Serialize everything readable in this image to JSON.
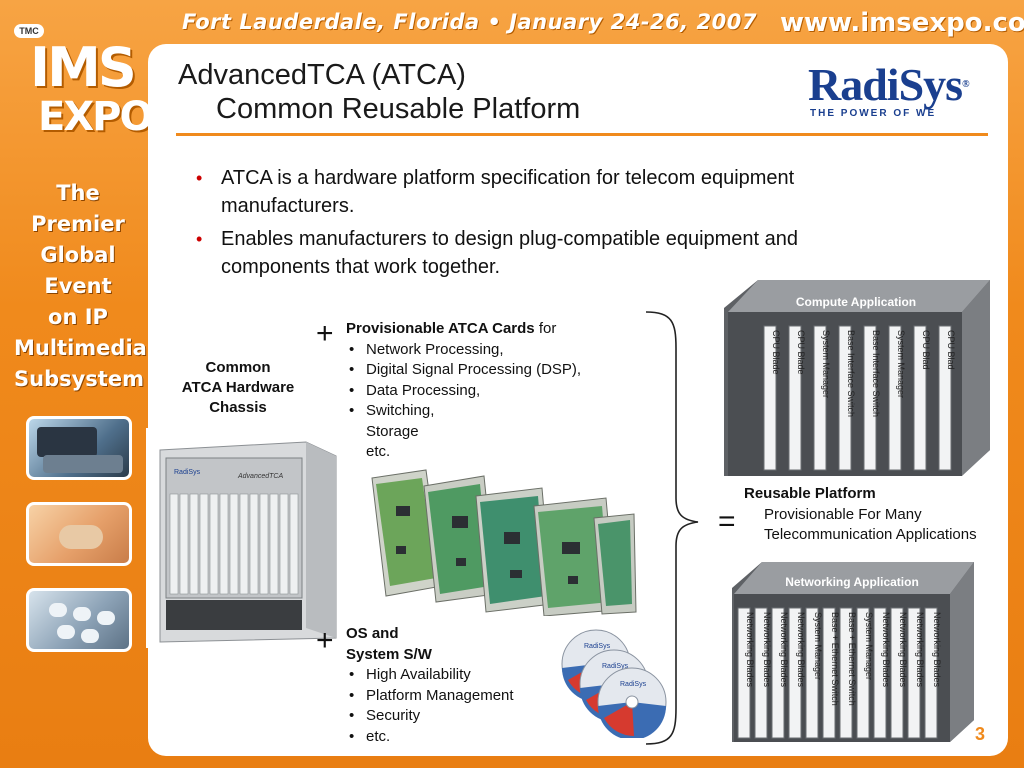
{
  "banner": {
    "event_line": "Fort Lauderdale, Florida • January 24-26, 2007",
    "url": "www.imsexpo.com"
  },
  "logo": {
    "tmc": "TMC",
    "ims": "IMS",
    "expo": "EXPO"
  },
  "tagline": [
    "The Premier",
    "Global Event",
    "on IP",
    "Multimedia",
    "Subsystem"
  ],
  "slide": {
    "title_line1": "AdvancedTCA (ATCA)",
    "title_line2": "Common Reusable Platform",
    "brand_name": "RadiSys",
    "brand_slogan": "THE POWER OF WE",
    "bullets": [
      "ATCA is a hardware platform specification for telecom equipment manufacturers.",
      "Enables manufacturers to design plug-compatible equipment and components that work together."
    ],
    "chassis_label": [
      "Common",
      "ATCA Hardware",
      "Chassis"
    ],
    "chassis_brand": "RadiSys",
    "chassis_model": "AdvancedTCA",
    "plus_symbol": "+",
    "cards": {
      "heading_bold": "Provisionable ATCA Cards",
      "heading_rest": " for",
      "items": [
        "Network Processing,",
        "Digital Signal Processing (DSP),",
        "Data Processing,",
        "Switching,"
      ],
      "continuation": [
        "Storage",
        "etc."
      ]
    },
    "os": {
      "heading_line1": "OS  and",
      "heading_line2": "System S/W",
      "items": [
        "High Availability",
        "Platform Management",
        "Security",
        "etc."
      ]
    },
    "cd_label": "RadiSys",
    "equals_symbol": "=",
    "reusable": {
      "heading": "Reusable Platform",
      "line1": "Provisionable For Many",
      "line2": "Telecommunication Applications"
    },
    "compute_rack": {
      "title": "Compute Application",
      "blades": [
        "CPU Blade",
        "CPU Blade",
        "System Manager",
        "Base Interface Switch",
        "Base Interface Switch",
        "System Manager",
        "CPU Blad",
        "CPU Blad"
      ]
    },
    "network_rack": {
      "title": "Networking Application",
      "blades": [
        "Networking Blades",
        "Networking Blades",
        "Networking Blades",
        "Networking Blades",
        "System Manager",
        "Base + Ethernet Switch",
        "Base + Ethernet Switch",
        "System Manager",
        "Networking Blades",
        "Networking Blades",
        "Networking Blades",
        "Networking Blades"
      ]
    },
    "page_number": "3"
  },
  "colors": {
    "frame_orange": "#f08a1c",
    "brand_blue": "#1a3f8f",
    "bullet_red": "#cc0000"
  }
}
